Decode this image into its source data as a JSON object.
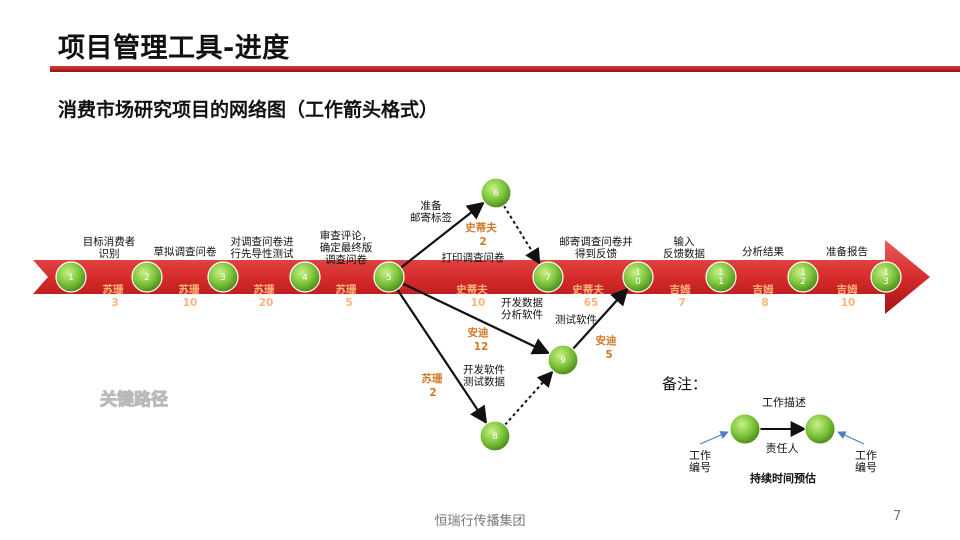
{
  "title": "项目管理工具-进度",
  "subtitle": "消费市场研究项目的网络图（工作箭头格式）",
  "footer": "恒瑞行传播集团",
  "page_number": "7",
  "colors": {
    "arrow": "#d22828",
    "node": "#7cc43a",
    "owner_text": "#d07a2a",
    "rule": "#b51c1c"
  },
  "critical_path_label": "关键路径",
  "nodes": [
    {
      "id": "1",
      "label": "1"
    },
    {
      "id": "2",
      "label": "2"
    },
    {
      "id": "3",
      "label": "3"
    },
    {
      "id": "4",
      "label": "4"
    },
    {
      "id": "5",
      "label": "5"
    },
    {
      "id": "6",
      "label": "6"
    },
    {
      "id": "7",
      "label": "7"
    },
    {
      "id": "8",
      "label": "8"
    },
    {
      "id": "9",
      "label": "9"
    },
    {
      "id": "10",
      "label": "1\n0"
    },
    {
      "id": "11",
      "label": "1\n1"
    },
    {
      "id": "12",
      "label": "1\n2"
    },
    {
      "id": "13",
      "label": "1\n3"
    }
  ],
  "activities": [
    {
      "from": "1",
      "to": "2",
      "desc": "目标消费者\n识别",
      "owner": "苏珊",
      "duration": "3",
      "critical": true
    },
    {
      "from": "2",
      "to": "3",
      "desc": "草拟调查问卷",
      "owner": "苏珊",
      "duration": "10",
      "critical": true
    },
    {
      "from": "3",
      "to": "4",
      "desc": "对调查问卷进\n行先导性测试",
      "owner": "苏珊",
      "duration": "20",
      "critical": true
    },
    {
      "from": "4",
      "to": "5",
      "desc": "审查评论，\n确定最终版\n调查问卷",
      "owner": "苏珊",
      "duration": "5",
      "critical": true
    },
    {
      "from": "5",
      "to": "7",
      "desc": "打印调查问卷",
      "owner": "史蒂夫",
      "duration": "10",
      "critical": true
    },
    {
      "from": "7",
      "to": "10",
      "desc": "邮寄调查问卷并\n得到反馈",
      "owner": "史蒂夫",
      "duration": "65",
      "critical": true
    },
    {
      "from": "10",
      "to": "11",
      "desc": "输入\n反馈数据",
      "owner": "吉姆",
      "duration": "7",
      "critical": true
    },
    {
      "from": "11",
      "to": "12",
      "desc": "分析结果",
      "owner": "吉姆",
      "duration": "8",
      "critical": true
    },
    {
      "from": "12",
      "to": "13",
      "desc": "准备报告",
      "owner": "吉姆",
      "duration": "10",
      "critical": true
    },
    {
      "from": "5",
      "to": "6",
      "desc": "准备\n邮寄标签",
      "owner": "史蒂夫",
      "duration": "2",
      "critical": false
    },
    {
      "from": "6",
      "to": "7",
      "desc": "",
      "owner": "",
      "duration": "",
      "critical": false,
      "dummy": true
    },
    {
      "from": "5",
      "to": "9",
      "desc": "开发数据\n分析软件",
      "owner": "安迪",
      "duration": "12",
      "critical": false
    },
    {
      "from": "5",
      "to": "8",
      "desc": "开发软件\n测试数据",
      "owner": "苏珊",
      "duration": "2",
      "critical": false
    },
    {
      "from": "8",
      "to": "9",
      "desc": "",
      "owner": "",
      "duration": "",
      "critical": false,
      "dummy": true
    },
    {
      "from": "9",
      "to": "10",
      "desc": "测试软件",
      "owner": "安迪",
      "duration": "5",
      "critical": false
    }
  ],
  "legend": {
    "title": "备注：",
    "activity": "工作描述",
    "owner": "责任人",
    "left_node": "工作\n编号",
    "right_node": "工作\n编号",
    "duration": "持续时间预估"
  }
}
